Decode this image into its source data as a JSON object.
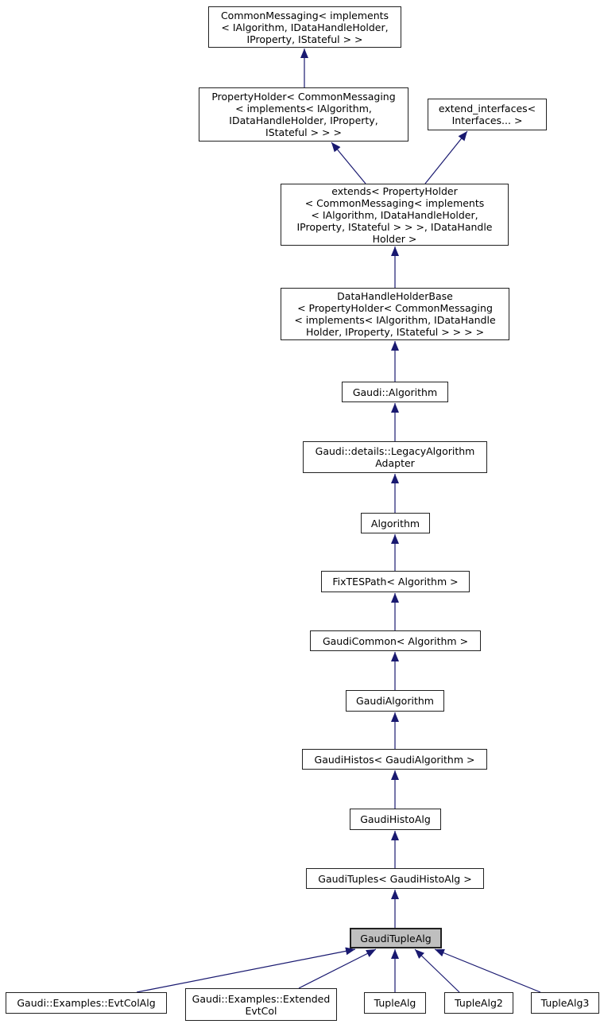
{
  "diagram": {
    "type": "class-inheritance-graph",
    "background_color": "#ffffff",
    "edge_color": "#191970",
    "node_fill": "#ffffff",
    "node_border_color": "#212121",
    "highlighted_node_fill": "#bfbfbf",
    "nodes": [
      {
        "id": "common-messaging",
        "label": "CommonMessaging< implements\n< IAlgorithm, IDataHandleHolder,\nIProperty, IStateful > >",
        "highlighted": false
      },
      {
        "id": "property-holder",
        "label": "PropertyHolder< CommonMessaging\n< implements< IAlgorithm,\nIDataHandleHolder, IProperty,\nIStateful > > >",
        "highlighted": false
      },
      {
        "id": "extend-interfaces",
        "label": "extend_interfaces<\nInterfaces... >",
        "highlighted": false
      },
      {
        "id": "extends",
        "label": "extends< PropertyHolder\n< CommonMessaging< implements\n< IAlgorithm, IDataHandleHolder,\nIProperty, IStateful > > >, IDataHandle\nHolder >",
        "highlighted": false
      },
      {
        "id": "data-handle-holder-base",
        "label": "DataHandleHolderBase\n< PropertyHolder< CommonMessaging\n< implements< IAlgorithm, IDataHandle\nHolder, IProperty, IStateful > > > >",
        "highlighted": false
      },
      {
        "id": "gaudi-algorithm",
        "label": "Gaudi::Algorithm",
        "highlighted": false
      },
      {
        "id": "legacy-algorithm-adapter",
        "label": "Gaudi::details::LegacyAlgorithm\nAdapter",
        "highlighted": false
      },
      {
        "id": "algorithm",
        "label": "Algorithm",
        "highlighted": false
      },
      {
        "id": "fix-tes-path",
        "label": "FixTESPath< Algorithm >",
        "highlighted": false
      },
      {
        "id": "gaudi-common",
        "label": "GaudiCommon< Algorithm >",
        "highlighted": false
      },
      {
        "id": "gaudialgorithm",
        "label": "GaudiAlgorithm",
        "highlighted": false
      },
      {
        "id": "gaudi-histos",
        "label": "GaudiHistos< GaudiAlgorithm >",
        "highlighted": false
      },
      {
        "id": "gaudi-histo-alg",
        "label": "GaudiHistoAlg",
        "highlighted": false
      },
      {
        "id": "gaudi-tuples",
        "label": "GaudiTuples< GaudiHistoAlg >",
        "highlighted": false
      },
      {
        "id": "gaudi-tuple-alg",
        "label": "GaudiTupleAlg",
        "highlighted": true
      },
      {
        "id": "evt-col-alg",
        "label": "Gaudi::Examples::EvtColAlg",
        "highlighted": false
      },
      {
        "id": "extended-evt-col",
        "label": "Gaudi::Examples::Extended\nEvtCol",
        "highlighted": false
      },
      {
        "id": "tuple-alg",
        "label": "TupleAlg",
        "highlighted": false
      },
      {
        "id": "tuple-alg2",
        "label": "TupleAlg2",
        "highlighted": false
      },
      {
        "id": "tuple-alg3",
        "label": "TupleAlg3",
        "highlighted": false
      }
    ],
    "edges": [
      {
        "from": "property-holder",
        "to": "common-messaging"
      },
      {
        "from": "extends",
        "to": "property-holder"
      },
      {
        "from": "extends",
        "to": "extend-interfaces"
      },
      {
        "from": "data-handle-holder-base",
        "to": "extends"
      },
      {
        "from": "gaudi-algorithm",
        "to": "data-handle-holder-base"
      },
      {
        "from": "legacy-algorithm-adapter",
        "to": "gaudi-algorithm"
      },
      {
        "from": "algorithm",
        "to": "legacy-algorithm-adapter"
      },
      {
        "from": "fix-tes-path",
        "to": "algorithm"
      },
      {
        "from": "gaudi-common",
        "to": "fix-tes-path"
      },
      {
        "from": "gaudialgorithm",
        "to": "gaudi-common"
      },
      {
        "from": "gaudi-histos",
        "to": "gaudialgorithm"
      },
      {
        "from": "gaudi-histo-alg",
        "to": "gaudi-histos"
      },
      {
        "from": "gaudi-tuples",
        "to": "gaudi-histo-alg"
      },
      {
        "from": "gaudi-tuple-alg",
        "to": "gaudi-tuples"
      },
      {
        "from": "evt-col-alg",
        "to": "gaudi-tuple-alg"
      },
      {
        "from": "extended-evt-col",
        "to": "gaudi-tuple-alg"
      },
      {
        "from": "tuple-alg",
        "to": "gaudi-tuple-alg"
      },
      {
        "from": "tuple-alg2",
        "to": "gaudi-tuple-alg"
      },
      {
        "from": "tuple-alg3",
        "to": "gaudi-tuple-alg"
      }
    ]
  }
}
